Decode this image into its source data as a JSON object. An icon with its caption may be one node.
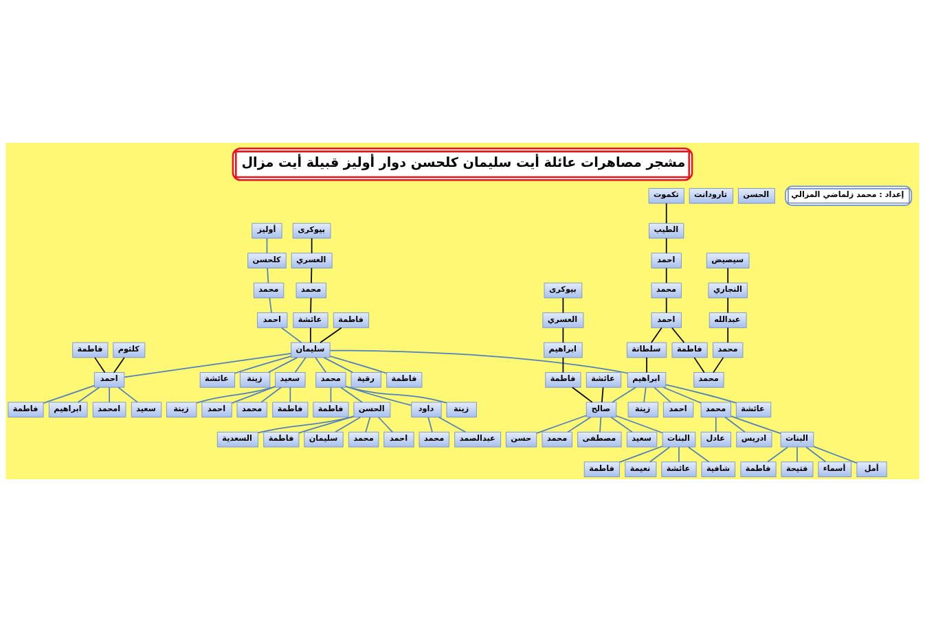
{
  "diagram": {
    "title": "مشجر مصاهرات عائلة أيت سليمان كلحسن دوار أوليز قبيلة أيت مزال",
    "nodes": [
      {
        "text": [
          "أوليز"
        ]
      },
      {
        "text": [
          "كلحسن"
        ]
      },
      {
        "text": [
          "محمد"
        ]
      },
      {
        "text": [
          "احمد"
        ]
      },
      {
        "text": [
          "سليمان"
        ]
      },
      {
        "text": [
          "بيوكرى"
        ]
      },
      {
        "text": [
          "العسري"
        ]
      },
      {
        "text": [
          "محمد"
        ]
      },
      {
        "text": [
          "عائشة"
        ]
      },
      {
        "text": [
          "فاطمة"
        ]
      },
      {
        "text": [
          "كلثوم"
        ]
      },
      {
        "text": [
          "فاطمة"
        ]
      },
      {
        "text": [
          "احمد"
        ]
      },
      {
        "text": [
          "ابراهيم"
        ]
      },
      {
        "text": [
          "امحمد"
        ]
      },
      {
        "text": [
          "سعيد"
        ]
      },
      {
        "text": [
          "فاطمة"
        ]
      },
      {
        "text": [
          "محمد"
        ]
      },
      {
        "text": [
          "الحسن"
        ]
      },
      {
        "text": [
          "داود"
        ]
      },
      {
        "text": [
          "زينة"
        ]
      },
      {
        "text": [
          "فاطمة"
        ]
      },
      {
        "text": [
          "سليمان"
        ]
      },
      {
        "text": [
          "محمد"
        ]
      },
      {
        "text": [
          "احمد"
        ]
      },
      {
        "text": [
          "السعدية"
        ]
      },
      {
        "text": [
          "فاطمة"
        ]
      },
      {
        "text": [
          "محمد"
        ]
      },
      {
        "text": [
          "عبدالصمد"
        ]
      },
      {
        "text": [
          "رقية"
        ]
      },
      {
        "text": [
          "فاطمة"
        ]
      },
      {
        "text": [
          "عائشة"
        ]
      },
      {
        "text": [
          "زينة"
        ]
      },
      {
        "text": [
          "سعيد"
        ]
      },
      {
        "text": [
          "احمد"
        ]
      },
      {
        "text": [
          "محمد"
        ]
      },
      {
        "text": [
          "فاطمة"
        ]
      },
      {
        "text": [
          "زينة"
        ]
      },
      {
        "text": [
          "تارودانت"
        ]
      },
      {
        "text": [
          "الحسن"
        ]
      },
      {
        "text": [
          "عائشة"
        ]
      },
      {
        "text": [
          "بيوكرى"
        ]
      },
      {
        "text": [
          "العسري"
        ]
      },
      {
        "text": [
          "ابراهيم"
        ]
      },
      {
        "text": [
          "فاطمة"
        ]
      },
      {
        "text": [
          "ابراهيم"
        ]
      },
      {
        "text": [
          "صالح"
        ]
      },
      {
        "text": [
          "احمد"
        ]
      },
      {
        "text": [
          "محمد"
        ]
      },
      {
        "text": [
          "عائشة"
        ]
      },
      {
        "text": [
          "زينة"
        ]
      },
      {
        "text": [
          "حسن"
        ]
      },
      {
        "text": [
          "محمد"
        ]
      },
      {
        "text": [
          "مصطفى"
        ]
      },
      {
        "text": [
          "سعيد"
        ]
      },
      {
        "text": [
          "البنات"
        ]
      },
      {
        "text": [
          "فاطمة"
        ]
      },
      {
        "text": [
          "نعيمة"
        ]
      },
      {
        "text": [
          "عائشة"
        ]
      },
      {
        "text": [
          "شافية"
        ]
      },
      {
        "text": [
          "عادل"
        ]
      },
      {
        "text": [
          "ادريس"
        ]
      },
      {
        "text": [
          "البنات"
        ]
      },
      {
        "text": [
          "فاطمة"
        ]
      },
      {
        "text": [
          "فتيحة"
        ]
      },
      {
        "text": [
          "أسماء"
        ]
      },
      {
        "text": [
          "أمل"
        ]
      },
      {
        "text": [
          "تكموت"
        ]
      },
      {
        "text": [
          "الطيب"
        ]
      },
      {
        "text": [
          "احمد"
        ]
      },
      {
        "text": [
          "محمد"
        ]
      },
      {
        "text": [
          "احمد"
        ]
      },
      {
        "text": [
          "سلطانة"
        ]
      },
      {
        "text": [
          "فاطمة"
        ]
      },
      {
        "text": [
          "سيصيض"
        ]
      },
      {
        "text": [
          "النجاري"
        ]
      },
      {
        "text": [
          "عبدالله"
        ]
      },
      {
        "text": [
          "محمد"
        ]
      },
      {
        "text": [
          "محمد"
        ]
      }
    ],
    "edges": [
      {
        "from": 0,
        "to": 1,
        "arrow": "none"
      },
      {
        "from": 1,
        "to": 2,
        "arrow": "none"
      },
      {
        "from": 2,
        "to": 3,
        "arrow": "none"
      },
      {
        "from": 3,
        "to": 4,
        "arrow": "none"
      },
      {
        "from": 5,
        "to": 6,
        "arrow": "none",
        "color": "#000000"
      },
      {
        "from": 6,
        "to": 7,
        "arrow": "none",
        "color": "#000000"
      },
      {
        "from": 7,
        "to": 8,
        "arrow": "none",
        "color": "#000000"
      },
      {
        "from": 8,
        "to": 4,
        "arrow": "none",
        "color": "#000000"
      },
      {
        "from": 9,
        "to": 4,
        "arrow": "none",
        "color": "#000000"
      },
      {
        "from": 10,
        "to": 12,
        "arrow": "none",
        "color": "#000000"
      },
      {
        "from": 11,
        "to": 12,
        "arrow": "none",
        "color": "#000000"
      },
      {
        "from": 4,
        "to": 12,
        "arrow": "none"
      },
      {
        "from": 4,
        "to": 17,
        "arrow": "none"
      },
      {
        "from": 4,
        "to": 29,
        "arrow": "none"
      },
      {
        "from": 4,
        "to": 30,
        "arrow": "none"
      },
      {
        "from": 4,
        "to": 31,
        "arrow": "none"
      },
      {
        "from": 4,
        "to": 32,
        "arrow": "none"
      },
      {
        "from": 4,
        "to": 33,
        "arrow": "none"
      },
      {
        "from": 4,
        "to": 45,
        "arrow": "none"
      },
      {
        "from": 12,
        "to": 13,
        "arrow": "none"
      },
      {
        "from": 12,
        "to": 14,
        "arrow": "none"
      },
      {
        "from": 12,
        "to": 15,
        "arrow": "none"
      },
      {
        "from": 12,
        "to": 16,
        "arrow": "none"
      },
      {
        "from": 17,
        "to": 18,
        "arrow": "none"
      },
      {
        "from": 17,
        "to": 19,
        "arrow": "none"
      },
      {
        "from": 17,
        "to": 20,
        "arrow": "none"
      },
      {
        "from": 17,
        "to": 21,
        "arrow": "none"
      },
      {
        "from": 18,
        "to": 22,
        "arrow": "none"
      },
      {
        "from": 18,
        "to": 23,
        "arrow": "none"
      },
      {
        "from": 18,
        "to": 24,
        "arrow": "none"
      },
      {
        "from": 18,
        "to": 25,
        "arrow": "none"
      },
      {
        "from": 18,
        "to": 26,
        "arrow": "none"
      },
      {
        "from": 19,
        "to": 27,
        "arrow": "none"
      },
      {
        "from": 19,
        "to": 28,
        "arrow": "none"
      },
      {
        "from": 33,
        "to": 34,
        "arrow": "none"
      },
      {
        "from": 33,
        "to": 35,
        "arrow": "none"
      },
      {
        "from": 33,
        "to": 36,
        "arrow": "none"
      },
      {
        "from": 33,
        "to": 37,
        "arrow": "none"
      },
      {
        "from": 41,
        "to": 42,
        "arrow": "none",
        "color": "#000000"
      },
      {
        "from": 42,
        "to": 43,
        "arrow": "none",
        "color": "#000000"
      },
      {
        "from": 43,
        "to": 44,
        "arrow": "none",
        "color": "#000000"
      },
      {
        "from": 40,
        "to": 46,
        "arrow": "none",
        "color": "#000000"
      },
      {
        "from": 44,
        "to": 46,
        "arrow": "none",
        "color": "#000000"
      },
      {
        "from": 45,
        "to": 46,
        "arrow": "none"
      },
      {
        "from": 45,
        "to": 47,
        "arrow": "none"
      },
      {
        "from": 45,
        "to": 48,
        "arrow": "none"
      },
      {
        "from": 45,
        "to": 49,
        "arrow": "none"
      },
      {
        "from": 45,
        "to": 50,
        "arrow": "none"
      },
      {
        "from": 46,
        "to": 51,
        "arrow": "none"
      },
      {
        "from": 46,
        "to": 52,
        "arrow": "none"
      },
      {
        "from": 46,
        "to": 53,
        "arrow": "none"
      },
      {
        "from": 46,
        "to": 54,
        "arrow": "none"
      },
      {
        "from": 46,
        "to": 55,
        "arrow": "none"
      },
      {
        "from": 55,
        "to": 56,
        "arrow": "none"
      },
      {
        "from": 55,
        "to": 57,
        "arrow": "none"
      },
      {
        "from": 55,
        "to": 58,
        "arrow": "none"
      },
      {
        "from": 55,
        "to": 59,
        "arrow": "none"
      },
      {
        "from": 48,
        "to": 60,
        "arrow": "none"
      },
      {
        "from": 48,
        "to": 61,
        "arrow": "none"
      },
      {
        "from": 48,
        "to": 62,
        "arrow": "none"
      },
      {
        "from": 62,
        "to": 63,
        "arrow": "none"
      },
      {
        "from": 62,
        "to": 64,
        "arrow": "none"
      },
      {
        "from": 62,
        "to": 65,
        "arrow": "none"
      },
      {
        "from": 62,
        "to": 66,
        "arrow": "none"
      },
      {
        "from": 67,
        "to": 68,
        "arrow": "none",
        "color": "#000000"
      },
      {
        "from": 68,
        "to": 69,
        "arrow": "none",
        "color": "#000000"
      },
      {
        "from": 69,
        "to": 70,
        "arrow": "none",
        "color": "#000000"
      },
      {
        "from": 70,
        "to": 71,
        "arrow": "none",
        "color": "#000000"
      },
      {
        "from": 71,
        "to": 72,
        "arrow": "none",
        "color": "#000000"
      },
      {
        "from": 71,
        "to": 73,
        "arrow": "none",
        "color": "#000000"
      },
      {
        "from": 72,
        "to": 45,
        "arrow": "none",
        "color": "#000000"
      },
      {
        "from": 74,
        "to": 75,
        "arrow": "none",
        "color": "#000000"
      },
      {
        "from": 75,
        "to": 76,
        "arrow": "none",
        "color": "#000000"
      },
      {
        "from": 76,
        "to": 77,
        "arrow": "none",
        "color": "#000000"
      },
      {
        "from": 77,
        "to": 78,
        "arrow": "none",
        "color": "#000000"
      },
      {
        "from": 73,
        "to": 78,
        "arrow": "none",
        "color": "#000000"
      }
    ],
    "labels": [
      "إعداد : محمد زلماضي المزالي"
    ]
  }
}
